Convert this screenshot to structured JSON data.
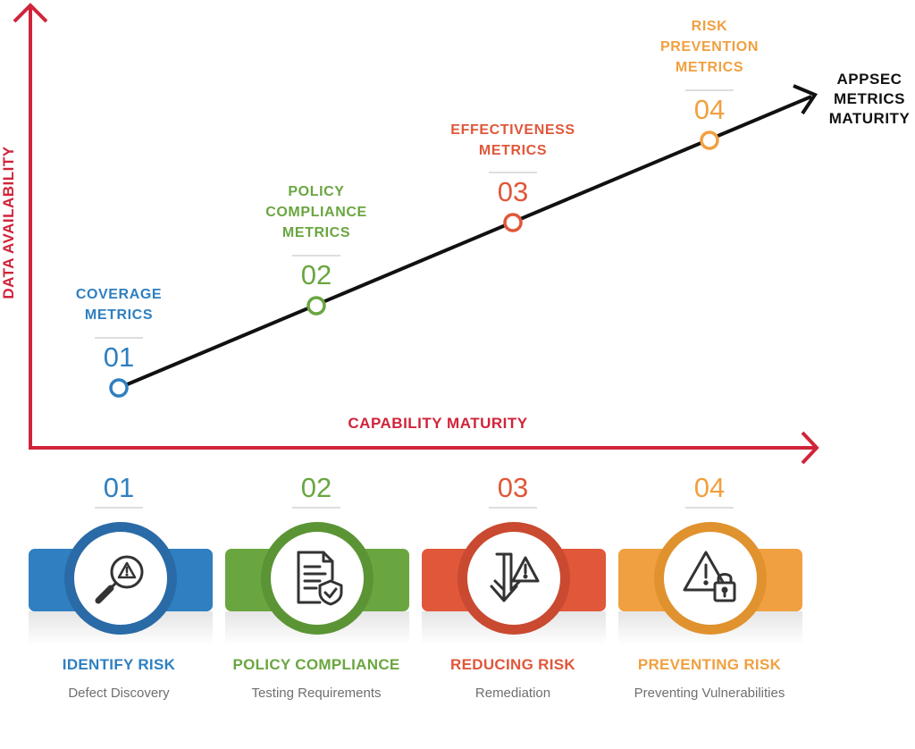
{
  "axes": {
    "x_label": "CAPABILITY MATURITY",
    "y_label": "DATA AVAILABILITY",
    "end_label_lines": [
      "APPSEC",
      "METRICS",
      "MATURITY"
    ]
  },
  "colors": {
    "axis": "#d0243a",
    "line": "#111111",
    "blue": "#2f7fc1",
    "green": "#6aa640",
    "red": "#e0573a",
    "orange": "#f0a040"
  },
  "milestones": [
    {
      "number": "01",
      "title_lines": [
        "COVERAGE",
        "METRICS"
      ],
      "color": "#2f7fc1"
    },
    {
      "number": "02",
      "title_lines": [
        "POLICY",
        "COMPLIANCE",
        "METRICS"
      ],
      "color": "#6aa640"
    },
    {
      "number": "03",
      "title_lines": [
        "EFFECTIVENESS",
        "METRICS"
      ],
      "color": "#e0573a"
    },
    {
      "number": "04",
      "title_lines": [
        "RISK",
        "PREVENTION",
        "METRICS"
      ],
      "color": "#f0a040"
    }
  ],
  "cards": [
    {
      "number": "01",
      "title": "IDENTIFY RISK",
      "subtitle": "Defect Discovery",
      "icon": "magnifier-warning-icon",
      "color": "#2f7fc1",
      "dark": "#2a6aa6"
    },
    {
      "number": "02",
      "title": "POLICY COMPLIANCE",
      "subtitle": "Testing Requirements",
      "icon": "document-shield-icon",
      "color": "#6aa640",
      "dark": "#5b9435"
    },
    {
      "number": "03",
      "title": "REDUCING RISK",
      "subtitle": "Remediation",
      "icon": "down-arrow-warning-icon",
      "color": "#e0573a",
      "dark": "#c94a30"
    },
    {
      "number": "04",
      "title": "PREVENTING RISK",
      "subtitle": "Preventing Vulnerabilities",
      "icon": "warning-lock-icon",
      "color": "#f0a040",
      "dark": "#e0922f"
    }
  ]
}
